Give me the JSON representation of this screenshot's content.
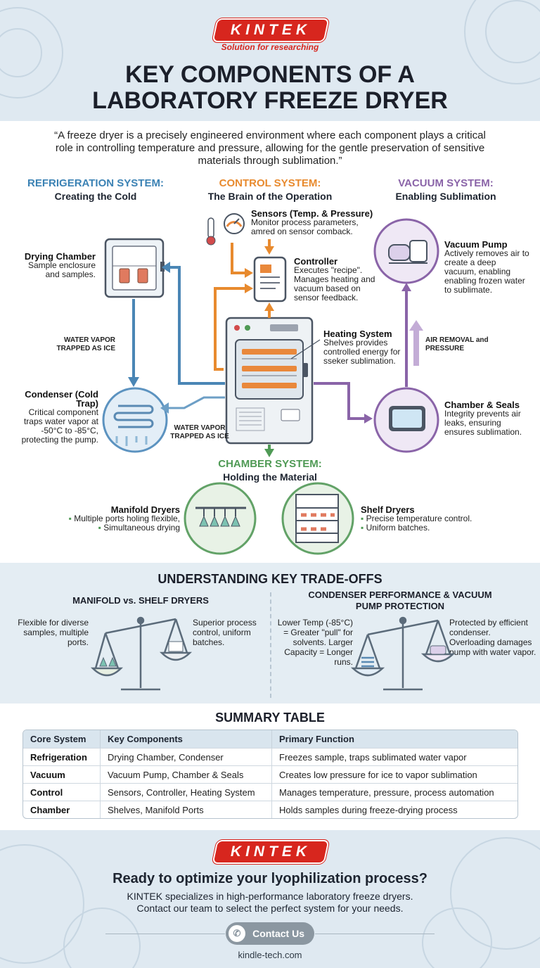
{
  "brand": {
    "logo": "KINTEK",
    "tagline": "Solution for researching"
  },
  "title": {
    "line1": "KEY COMPONENTS OF A",
    "line2": "LABORATORY FREEZE DRYER"
  },
  "quote": "“A freeze dryer is a precisely engineered environment where each component plays a critical role in controlling temperature and pressure, allowing for the gentle preservation of sensitive materials through sublimation.”",
  "systems": {
    "refrigeration": {
      "heading": "REFRIGERATION SYSTEM:",
      "sub": "Creating the Cold",
      "color": "#3b82b4"
    },
    "control": {
      "heading": "CONTROL SYSTEM:",
      "sub": "The Brain of the Operation",
      "color": "#e88a2e"
    },
    "vacuum": {
      "heading": "VACUUM SYSTEM:",
      "sub": "Enabling Sublimation",
      "color": "#8a64a8"
    },
    "chamber": {
      "heading": "CHAMBER SYSTEM:",
      "sub": "Holding the Material",
      "color": "#4f9a55"
    }
  },
  "components": {
    "drying_chamber": {
      "name": "Drying Chamber",
      "desc": "Sample enclosure and samples."
    },
    "condenser": {
      "name": "Condenser (Cold Trap)",
      "desc": "Critical component traps water vapor at -50°C to -85°C, protecting the pump."
    },
    "sensors": {
      "name": "Sensors (Temp. & Pressure)",
      "desc": "Monitor process parameters, amred on sensor comback."
    },
    "controller": {
      "name": "Controller",
      "desc": "Executes \"recipe\". Manages heating and vacuum based on sensor feedback."
    },
    "heating": {
      "name": "Heating System",
      "desc": "Shelves provides controlled energy for sseker sublimation."
    },
    "vacuum_pump": {
      "name": "Vacuum Pump",
      "desc": "Actively removes air to create a deep vacuum, enabling enabling frozen water to sublimate."
    },
    "chamber_seals": {
      "name": "Chamber & Seals",
      "desc": "Integrity prevents air leaks, ensuring ensures sublimation."
    },
    "manifold": {
      "name": "Manifold Dryers",
      "bullets": [
        "Multiple ports holing flexible,",
        "Simultaneous drying"
      ]
    },
    "shelf": {
      "name": "Shelf Dryers",
      "bullets": [
        "Precise temperature control.",
        "Uniform batches."
      ]
    }
  },
  "flows": {
    "vapor1": "WATER VAPOR TRAPPED AS ICE",
    "vapor2": "WATER VAPOR TRAPPED AS ICE",
    "air": "AIR REMOVAL and PRESSURE"
  },
  "tradeoffs": {
    "title": "UNDERSTANDING KEY TRADE-OFFS",
    "left": {
      "title": "MANIFOLD vs. SHELF DRYERS",
      "a": "Flexible for diverse samples, multiple ports.",
      "b": "Superior process control, uniform batches."
    },
    "right": {
      "title": "CONDENSER PERFORMANCE & VACUUM PUMP PROTECTION",
      "a": "Lower Temp (-85°C) = Greater \"pull\" for solvents. Larger Capacity = Longer runs.",
      "b": "Protected by efficient condenser. Overloading damages pump with water vapor."
    }
  },
  "summary": {
    "title": "SUMMARY TABLE",
    "headers": [
      "Core System",
      "Key Components",
      "Primary Function"
    ],
    "rows": [
      [
        "Refrigeration",
        "Drying Chamber, Condenser",
        "Freezes sample, traps sublimated water vapor"
      ],
      [
        "Vacuum",
        "Vacuum Pump, Chamber & Seals",
        "Creates low pressure for ice to vapor sublimation"
      ],
      [
        "Control",
        "Sensors, Controller, Heating System",
        "Manages temperature, pressure, process automation"
      ],
      [
        "Chamber",
        "Shelves, Manifold Ports",
        "Holds samples during freeze-drying process"
      ]
    ]
  },
  "cta": {
    "heading": "Ready to optimize your lyophilization process?",
    "line1": "KINTEK specializes in high-performance laboratory freeze dryers.",
    "line2": "Contact our team to select the perfect system for your needs.",
    "button": "Contact Us",
    "url": "kindle-tech.com"
  }
}
